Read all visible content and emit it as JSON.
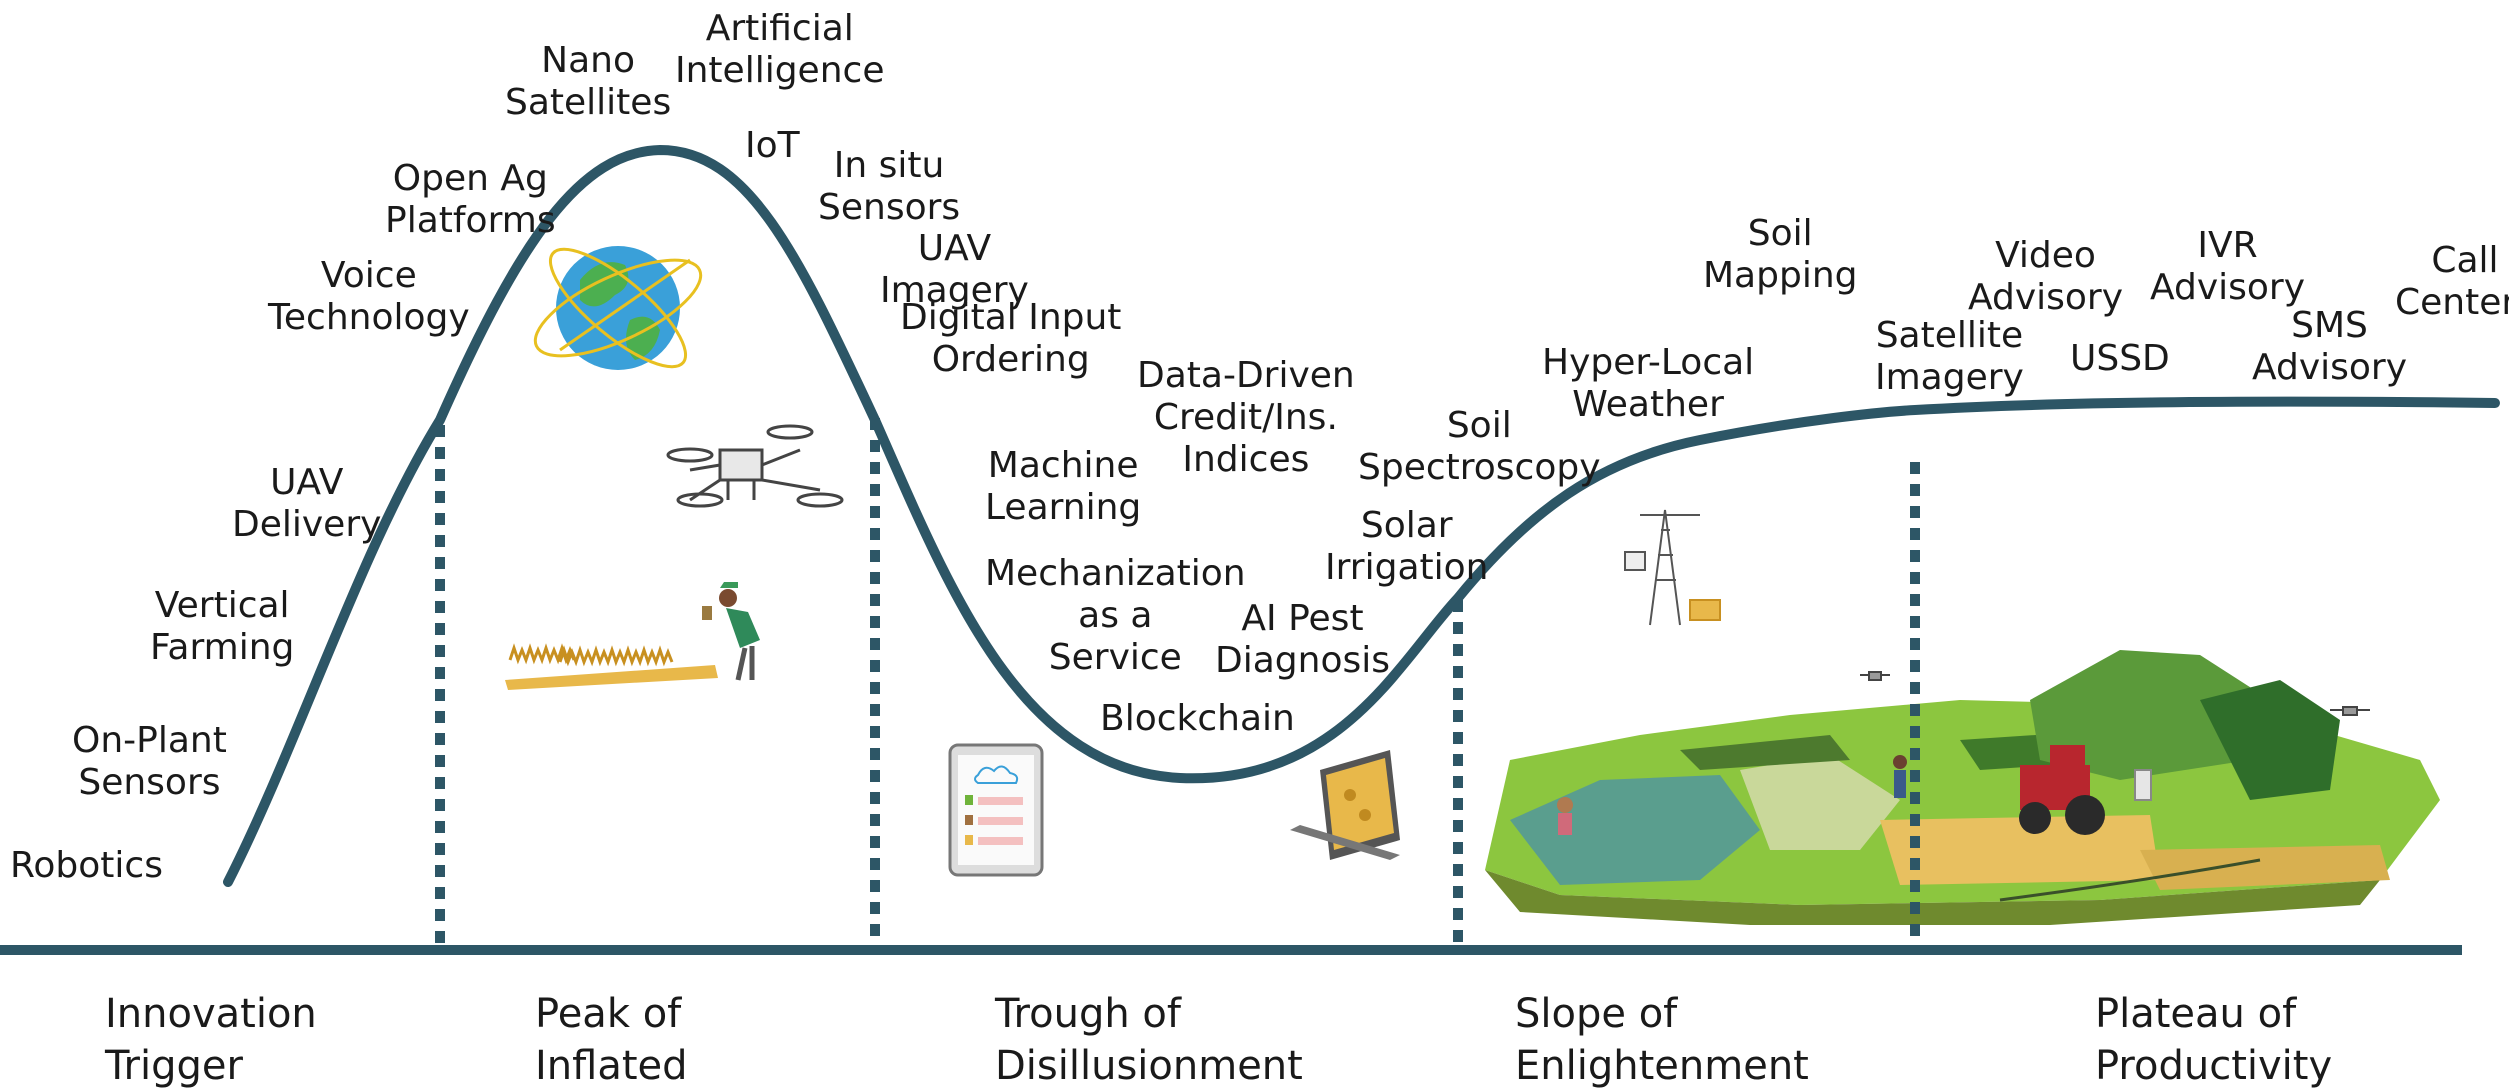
{
  "colors": {
    "curve": "#2d5666",
    "axis": "#2d5666",
    "grass": "#8cc63f",
    "soil": "#e0b64a",
    "wheat": "#e8b84a",
    "earth": "#3aa0d9",
    "tractor": "#b8262e"
  },
  "technologies": [
    {
      "id": "robotics",
      "lines": [
        "Robotics"
      ]
    },
    {
      "id": "on-plant-sensors",
      "lines": [
        "On-Plant",
        "Sensors"
      ]
    },
    {
      "id": "vertical-farming",
      "lines": [
        "Vertical",
        "Farming"
      ]
    },
    {
      "id": "uav-delivery",
      "lines": [
        "UAV",
        "Delivery"
      ]
    },
    {
      "id": "voice-technology",
      "lines": [
        "Voice",
        "Technology"
      ]
    },
    {
      "id": "open-ag-platforms",
      "lines": [
        "Open Ag",
        "Platforms"
      ]
    },
    {
      "id": "nano-satellites",
      "lines": [
        "Nano",
        "Satellites"
      ]
    },
    {
      "id": "artificial-intelligence",
      "lines": [
        "Artificial",
        "Intelligence"
      ]
    },
    {
      "id": "iot",
      "lines": [
        "IoT"
      ]
    },
    {
      "id": "in-situ-sensors",
      "lines": [
        "In situ",
        "Sensors"
      ]
    },
    {
      "id": "uav-imagery",
      "lines": [
        "UAV",
        "Imagery"
      ]
    },
    {
      "id": "digital-input-ordering",
      "lines": [
        "Digital Input",
        "Ordering"
      ]
    },
    {
      "id": "machine-learning",
      "lines": [
        "Machine",
        "Learning"
      ]
    },
    {
      "id": "mechanization-as-a-service",
      "lines": [
        "Mechanization",
        "as a",
        "Service"
      ]
    },
    {
      "id": "data-driven-credit",
      "lines": [
        "Data-Driven",
        "Credit/Ins.",
        "Indices"
      ]
    },
    {
      "id": "blockchain",
      "lines": [
        "Blockchain"
      ]
    },
    {
      "id": "ai-pest-diagnosis",
      "lines": [
        "AI Pest",
        "Diagnosis"
      ]
    },
    {
      "id": "solar-irrigation",
      "lines": [
        "Solar",
        "Irrigation"
      ]
    },
    {
      "id": "soil-spectroscopy",
      "lines": [
        "Soil",
        "Spectroscopy"
      ]
    },
    {
      "id": "hyper-local-weather",
      "lines": [
        "Hyper-Local",
        "Weather"
      ]
    },
    {
      "id": "soil-mapping",
      "lines": [
        "Soil",
        "Mapping"
      ]
    },
    {
      "id": "satellite-imagery",
      "lines": [
        "Satellite",
        "Imagery"
      ]
    },
    {
      "id": "video-advisory",
      "lines": [
        "Video",
        "Advisory"
      ]
    },
    {
      "id": "ivr-advisory",
      "lines": [
        "IVR",
        "Advisory"
      ]
    },
    {
      "id": "ussd",
      "lines": [
        "USSD"
      ]
    },
    {
      "id": "sms-advisory",
      "lines": [
        "SMS",
        "Advisory"
      ]
    },
    {
      "id": "call-centers",
      "lines": [
        "Call",
        "Centers"
      ]
    }
  ],
  "phases": [
    {
      "id": "innovation-trigger",
      "lines": [
        "Innovation",
        "Trigger"
      ]
    },
    {
      "id": "peak-of-inflated",
      "lines": [
        "Peak of",
        "Inflated"
      ]
    },
    {
      "id": "trough-of-disillusionment",
      "lines": [
        "Trough of",
        "Disillusionment"
      ]
    },
    {
      "id": "slope-of-enlightenment",
      "lines": [
        "Slope of",
        "Enlightenment"
      ]
    },
    {
      "id": "plateau-of-productivity",
      "lines": [
        "Plateau of",
        "Productivity"
      ]
    }
  ],
  "illustrations": [
    "earth-satellite-icon",
    "drone-icon",
    "farmer-icon",
    "tablet-icon",
    "laptop-icon",
    "weather-station-icon",
    "farm-landscape-icon"
  ]
}
